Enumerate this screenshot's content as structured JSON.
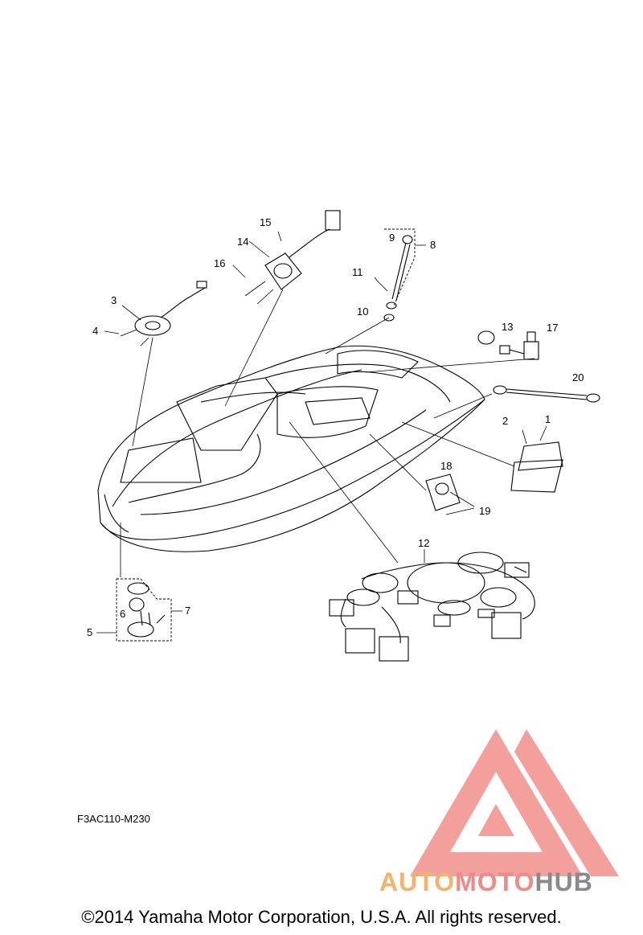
{
  "figure_code": "F3AC110-M230",
  "copyright": "©2014 Yamaha Motor Corporation, U.S.A. All rights reserved.",
  "watermark": {
    "part1": "AUTO",
    "part2": "MOTO",
    "part3": "HUB",
    "colors": {
      "auto": "#f4b36a",
      "moto": "#ef8a86",
      "hub": "#8a8a8a",
      "triangle": "#f07f7b"
    }
  },
  "callouts": {
    "c1": "1",
    "c2": "2",
    "c3": "3",
    "c4": "4",
    "c5": "5",
    "c6": "6",
    "c7": "7",
    "c8": "8",
    "c9": "9",
    "c10": "10",
    "c11": "11",
    "c12": "12",
    "c13": "13",
    "c14": "14",
    "c15": "15",
    "c16": "16",
    "c17": "17",
    "c18": "18",
    "c19": "19",
    "c20": "20"
  }
}
